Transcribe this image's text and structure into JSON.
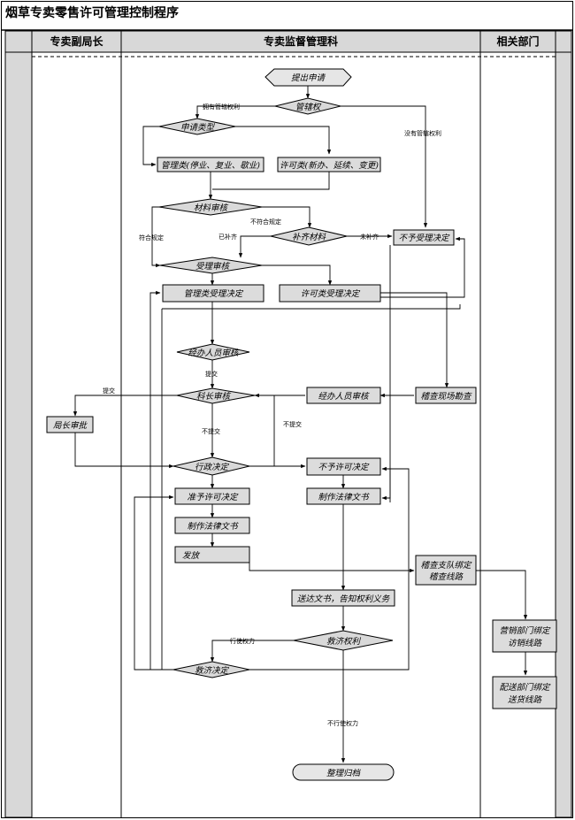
{
  "title": "烟草专卖零售许可管理控制程序",
  "lanes": [
    "专卖副局长",
    "专卖监督管理科",
    "相关部门"
  ],
  "nodes": {
    "start": "提出申请",
    "jurisdiction": "管辖权",
    "app_type": "申请类型",
    "mgmt_type": "管理类(停业、复业、歇业)",
    "permit_type": "许可类(新办、延续、变更)",
    "material_review": "材料审核",
    "supplement": "补齐材料",
    "not_accept": "不予受理决定",
    "accept_review": "受理审核",
    "mgmt_accept": "管理类受理决定",
    "permit_accept": "许可类受理决定",
    "handler_review1": "经办人员审核",
    "section_review": "科长审核",
    "handler_review2": "经办人员审核",
    "site_inspect": "稽查现场勘查",
    "director": "局长审批",
    "admin_decision": "行政决定",
    "not_permit": "不予许可决定",
    "grant_permit": "准予许可决定",
    "legal_doc1": "制作法律文书",
    "legal_doc2": "制作法律文书",
    "issue": "发放",
    "patrol_bind": "稽查支队绑定稽查线路",
    "deliver": "送达文书，告知权利义务",
    "remedy_right": "救济权利",
    "remedy_decision": "救济决定",
    "archive": "整理归档",
    "sales_bind": "营销部门绑定访销线路",
    "delivery_bind": "配送部门绑定送货线路"
  },
  "edge_labels": {
    "has_jurisdiction": "拥有管辖权利",
    "no_jurisdiction": "没有管辖权利",
    "not_compliant": "不符合规定",
    "compliant": "符合规定",
    "supplemented": "已补齐",
    "not_supplemented": "未补齐",
    "submit1": "提交",
    "submit2": "提交",
    "not_submit1": "不提交",
    "not_submit2": "不提交",
    "exercise": "行使权力",
    "not_exercise": "不行使权力"
  }
}
